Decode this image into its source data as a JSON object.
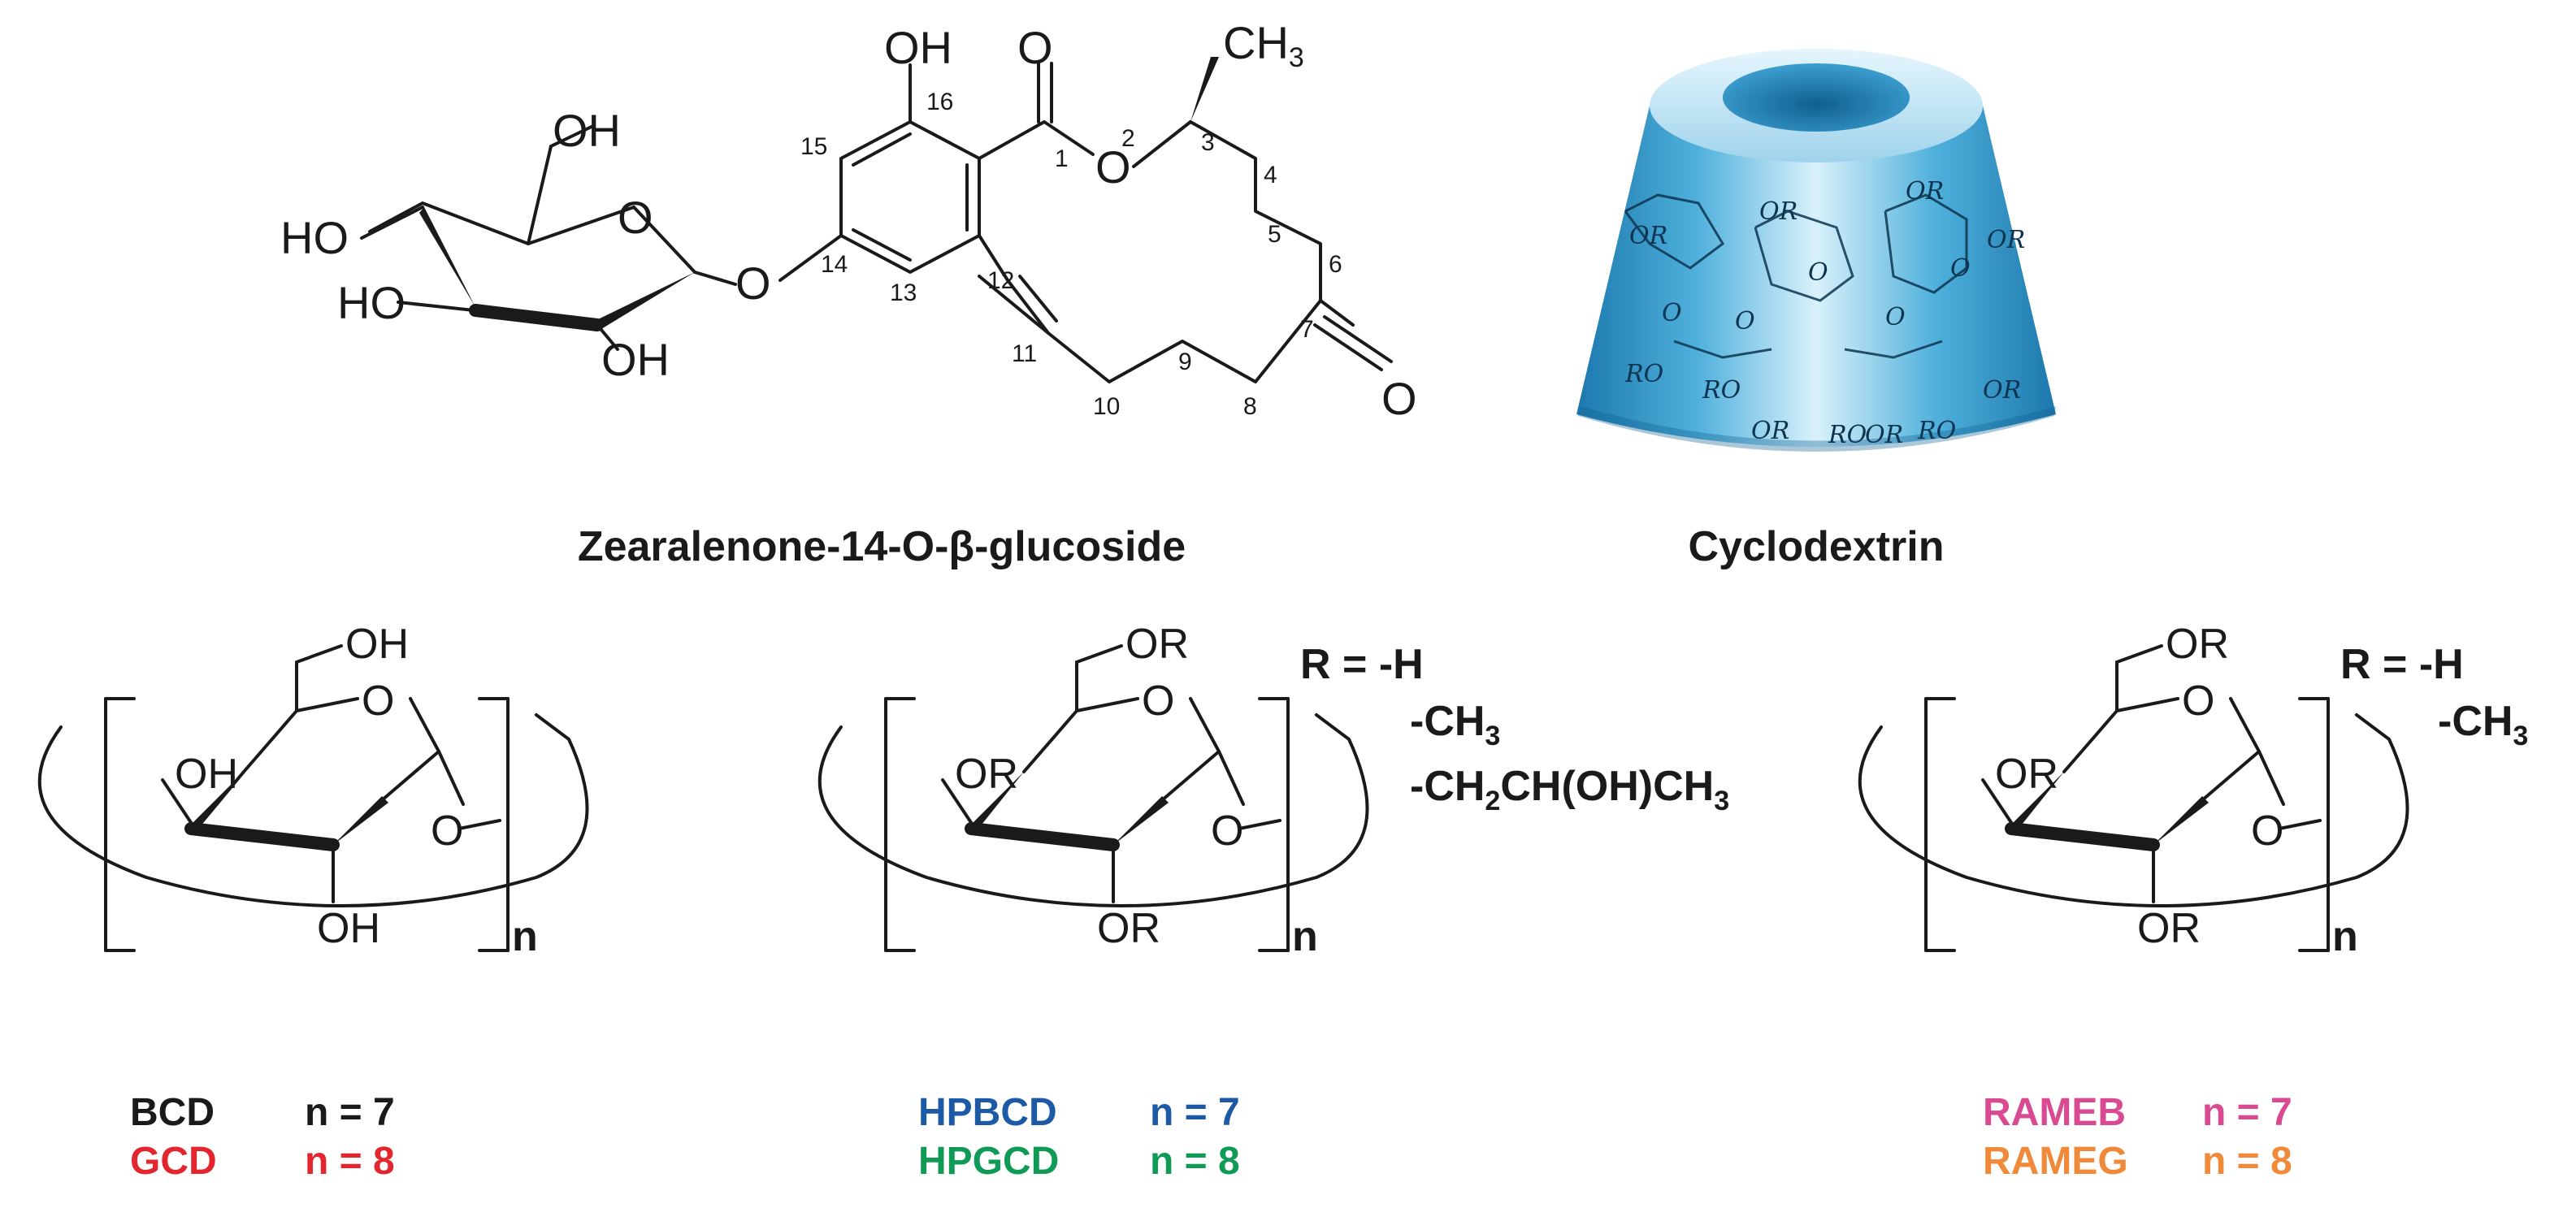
{
  "zen_glucoside": {
    "title": "Zearalenone-14-O-β-glucoside",
    "labels": {
      "oh_top": "OH",
      "oh_ch2": "OH",
      "ho_left": "HO",
      "ho_left2": "HO",
      "oh_bottom": "OH",
      "o_ring": "O",
      "o_glyco": "O",
      "o_carbonyl": "O",
      "o_ester": "O",
      "o_ketone": "O",
      "ch3": "CH",
      "ch3_sub": "3"
    },
    "atom_numbers": [
      "1",
      "2",
      "3",
      "4",
      "5",
      "6",
      "7",
      "8",
      "9",
      "10",
      "11",
      "12",
      "13",
      "14",
      "15",
      "16"
    ]
  },
  "cyclodextrin": {
    "title": "Cyclodextrin",
    "ring_labels": [
      "OR",
      "OR",
      "OR",
      "OR",
      "RO",
      "RO",
      "OR",
      "RO",
      "OR",
      "RO",
      "OR",
      "O",
      "O",
      "O",
      "O",
      "O"
    ]
  },
  "units": [
    {
      "substituent": "OH",
      "ring_o": "O",
      "sub_left": "OH",
      "sub_bottom": "OH",
      "link_o": "O",
      "n": "n",
      "legend": [
        {
          "name": "BCD",
          "n_text": "n = 7",
          "color": "#1a1a1a"
        },
        {
          "name": "GCD",
          "n_text": "n = 8",
          "color": "#e3262e"
        }
      ]
    },
    {
      "substituent": "OR",
      "ring_o": "O",
      "sub_left": "OR",
      "sub_bottom": "OR",
      "link_o": "O",
      "n": "n",
      "r_groups": [
        "R = -H",
        "-CH",
        "3",
        "-CH",
        "2",
        "CH(OH)CH",
        "3"
      ],
      "legend": [
        {
          "name": "HPBCD",
          "n_text": "n = 7",
          "color": "#1d5aa6"
        },
        {
          "name": "HPGCD",
          "n_text": "n = 8",
          "color": "#0f9a55"
        }
      ]
    },
    {
      "substituent": "OR",
      "ring_o": "O",
      "sub_left": "OR",
      "sub_bottom": "OR",
      "link_o": "O",
      "n": "n",
      "r_groups": [
        "R = -H",
        "-CH",
        "3"
      ],
      "legend": [
        {
          "name": "RAMEB",
          "n_text": "n = 7",
          "color": "#d94a92"
        },
        {
          "name": "RAMEG",
          "n_text": "n = 8",
          "color": "#f08a3a"
        }
      ]
    }
  ],
  "colors": {
    "cone_light": "#cfeaf6",
    "cone_mid": "#5fb7de",
    "cone_dark": "#1e7fb5"
  }
}
